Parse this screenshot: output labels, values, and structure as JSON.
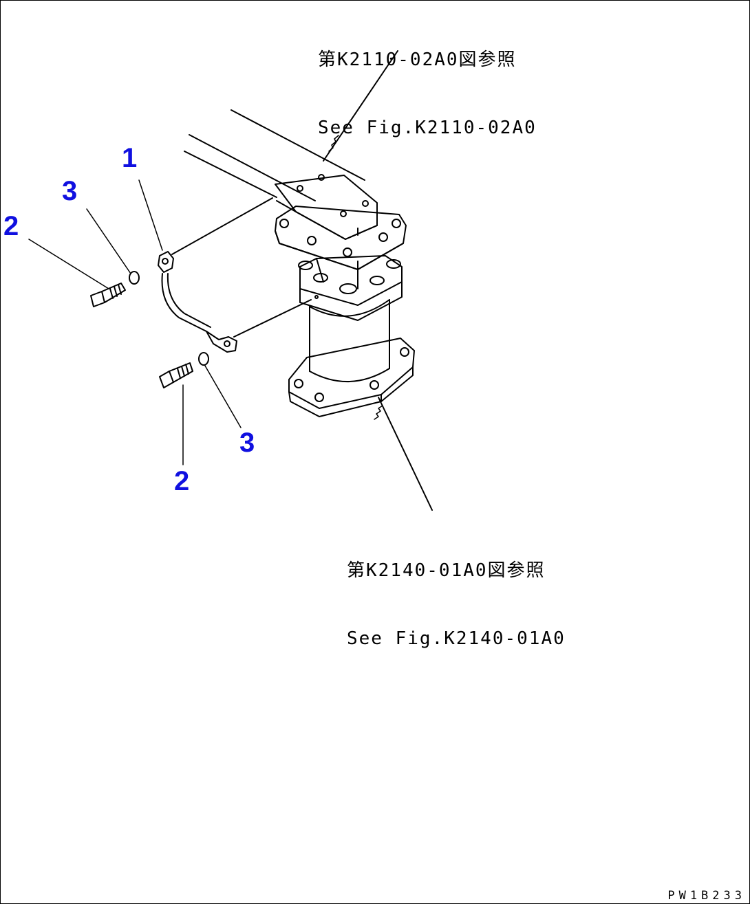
{
  "references": {
    "top": {
      "line1": "第K2110-02A0図参照",
      "line2": "See Fig.K2110-02A0"
    },
    "bottom": {
      "line1": "第K2140-01A0図参照",
      "line2": "See Fig.K2140-01A0"
    }
  },
  "callouts": {
    "cable": "1",
    "bolt_upper": "2",
    "washer_upper": "3",
    "bolt_lower": "2",
    "washer_lower": "3"
  },
  "drawing_code": "PW1B233",
  "colors": {
    "callout": "#1010e0",
    "line": "#000000"
  }
}
